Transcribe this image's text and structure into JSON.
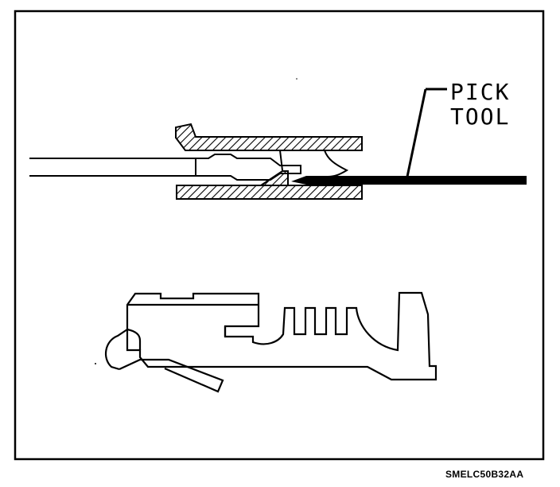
{
  "callout": {
    "line1": "PICK",
    "line2": "TOOL"
  },
  "figure_code": "SMELC50B32AA"
}
